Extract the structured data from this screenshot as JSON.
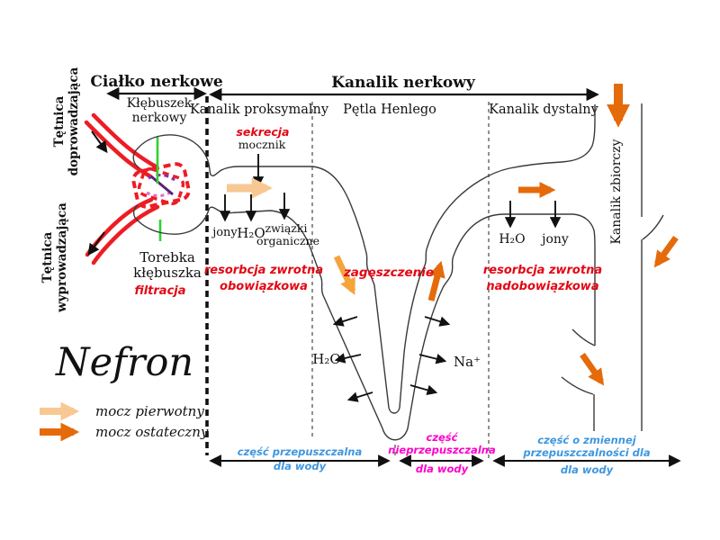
{
  "colors": {
    "label_red": "#e30613",
    "vessel_red": "#ed1c24",
    "pointer_green": "#2ed32e",
    "permeable_blue": "#3f97e0",
    "impermeable_magenta": "#ff00cc",
    "primary_urine_orange": "#f8c893",
    "mid_orange": "#f5a43c",
    "final_urine_orange": "#e56a0a",
    "outline": "#3a3a3a"
  },
  "header": {
    "renal_corpuscle": "Ciałko nerkowe",
    "renal_tubule": "Kanalik nerkowy",
    "proximal": "Kanalik proksymalny",
    "loop": "Pętla Henlego",
    "distal": "Kanalik dystalny"
  },
  "vessels": {
    "afferent": [
      "Tętnica",
      "doprowadzająca"
    ],
    "efferent": [
      "Tętnica",
      "wyprowadzająca"
    ]
  },
  "corpuscle": {
    "glomerulus": [
      "Kłębuszek",
      "nerkowy"
    ],
    "capsule": [
      "Torebka",
      "kłębuszka"
    ],
    "process": "filtracja"
  },
  "proximal": {
    "secretion": "sekrecja",
    "urea": "mocznik",
    "ions": "jony",
    "water": "H₂O",
    "organic1": "związki",
    "organic2": "organiczne",
    "process": [
      "resorbcja zwrotna",
      "obowiązkowa"
    ]
  },
  "loop": {
    "concentration": "zagęszczenie",
    "water": "H₂O",
    "sodium": "Na⁺"
  },
  "distal": {
    "water": "H₂O",
    "ions": "jony",
    "process": [
      "resorbcja zwrotna",
      "nadobowiązkowa"
    ]
  },
  "collecting_duct": "Kanalik zbiorczy",
  "legend": {
    "title": "Nefron",
    "primary_urine": "mocz pierwotny",
    "final_urine": "mocz ostateczny"
  },
  "permeability": {
    "permeable": [
      "część przepuszczalna",
      "dla wody"
    ],
    "impermeable": [
      "część",
      "nieprzepuszczalna",
      "dla wody"
    ],
    "variable": [
      "część o zmiennej",
      "przepuszczalności dla",
      "dla wody"
    ]
  }
}
